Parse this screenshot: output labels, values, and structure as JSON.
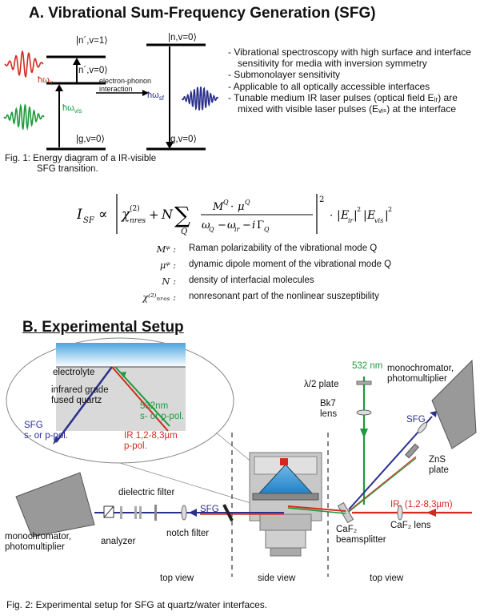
{
  "section_a": {
    "title": "A. Vibrational Sum-Frequency Generation (SFG)",
    "levels": {
      "n_prime_v1": "|n´,v=1⟩",
      "n_prime_v0": "|n´,v=0⟩",
      "g_v0_left": "|g,v=0⟩",
      "n_v0": "|n,v=0⟩",
      "g_v0_right": "|g,v=0⟩"
    },
    "photon_ir": "ħω",
    "photon_ir_sub": "ir",
    "photon_vis": "ħω",
    "photon_vis_sub": "vis",
    "photon_sf": "ħω",
    "photon_sf_sub": "sf",
    "interaction_line1": "electron-phonon",
    "interaction_line2": "interaction",
    "fig1_line1": "Fig. 1: Energy diagram of a IR-visible",
    "fig1_line2": "SFG transition.",
    "bullets": [
      "- Vibrational spectroscopy with high surface and interface sensitivity for media with inversion symmetry",
      "- Submonolayer sensitivity",
      "- Applicable to all optically accessible interfaces",
      "- Tunable medium IR laser pulses (optical field Eᵢᵣ) are mixed with visible laser pulses (Eᵥᵢₛ) at the interface"
    ],
    "definitions": [
      {
        "symbol": "Mᵠ :",
        "text": "Raman polarizability of the vibrational mode Q"
      },
      {
        "symbol": "μᵠ :",
        "text": "dynamic  dipole moment of the vibrational mode Q"
      },
      {
        "symbol": "N :",
        "text": "density of interfacial molecules"
      },
      {
        "symbol": "χ⁽²⁾ₙᵣₑₛ :",
        "text": "nonresonant part of the nonlinear suszeptibility"
      }
    ]
  },
  "section_b": {
    "title": "B.  Experimental Setup",
    "inset": {
      "electrolyte": "electrolyte",
      "quartz_line1": "infrared grade",
      "quartz_line2": "fused quartz",
      "vis_line1": "532nm",
      "vis_line2": "s- or p-pol.",
      "sfg_line1": "SFG",
      "sfg_line2": "s- or p-pol.",
      "ir_line1": "IR 1,2-8,3µm",
      "ir_line2": "p-pol."
    },
    "labels": {
      "wl_532": "532 nm",
      "half_wave": "λ/2 plate",
      "bk7_line1": "Bk7",
      "bk7_line2": "lens",
      "mono_right_line1": "monochromator,",
      "mono_right_line2": "photomultiplier",
      "sfg_right": "SFG",
      "zns_line1": "ZnS",
      "zns_line2": "plate",
      "ir_right": "IR. (1,2-8,3µm)",
      "caf2_lens": "CaF₂ lens",
      "caf2_bs_line1": "CaF₂",
      "caf2_bs_line2": "beamsplitter",
      "dielectric": "dielectric filter",
      "sfg_left": "SFG",
      "notch": "notch filter",
      "analyzer": "analyzer",
      "mono_left_line1": "monochromator,",
      "mono_left_line2": "photomultiplier",
      "top_view_left": "top view",
      "side_view": "side view",
      "top_view_right": "top view"
    },
    "fig2": "Fig. 2: Experimental setup for SFG at quartz/water interfaces."
  },
  "colors": {
    "ir": "#d42a1e",
    "vis": "#1f9a3c",
    "sfg": "#2b2f8c",
    "water": "#3a9ad9"
  }
}
